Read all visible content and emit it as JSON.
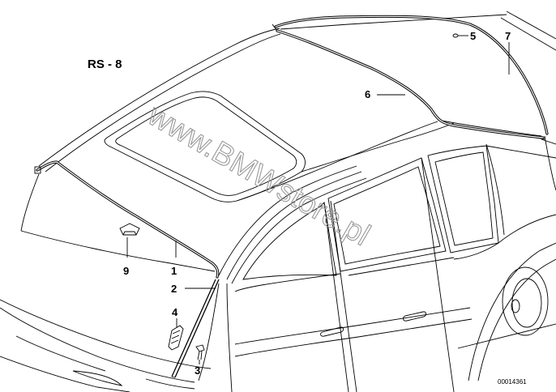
{
  "diagram": {
    "title": "RS - 8",
    "reference_number": "00014361",
    "watermark": "www.BMWstore.pl",
    "callouts": [
      {
        "id": "1",
        "label": "1"
      },
      {
        "id": "2",
        "label": "2"
      },
      {
        "id": "3",
        "label": "3"
      },
      {
        "id": "4",
        "label": "4"
      },
      {
        "id": "5",
        "label": "5"
      },
      {
        "id": "6",
        "label": "6"
      },
      {
        "id": "7",
        "label": "7"
      },
      {
        "id": "9",
        "label": "9"
      }
    ]
  }
}
